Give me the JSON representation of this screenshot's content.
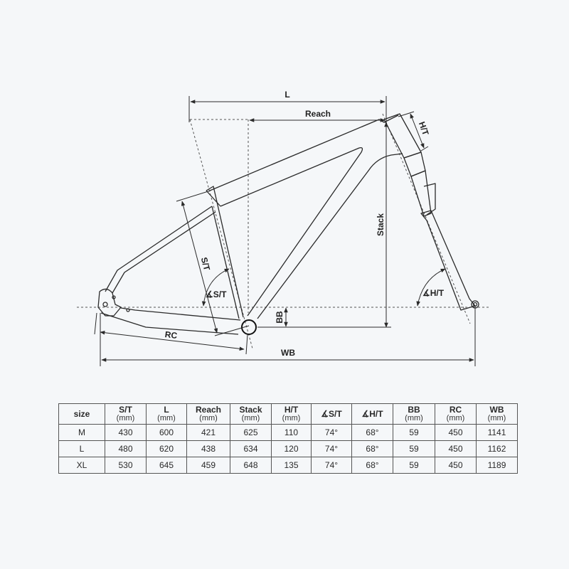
{
  "diagram": {
    "labels": {
      "L": "L",
      "reach": "Reach",
      "head_tube": "H/T",
      "stack": "Stack",
      "seat_tube": "S/T",
      "seat_tube_angle": "∡S/T",
      "head_tube_angle": "∡H/T",
      "bottom_bracket": "BB",
      "rear_center": "RC",
      "wheelbase": "WB"
    }
  },
  "table": {
    "headers": [
      {
        "label": "size",
        "unit": ""
      },
      {
        "label": "S/T",
        "unit": "(mm)"
      },
      {
        "label": "L",
        "unit": "(mm)"
      },
      {
        "label": "Reach",
        "unit": "(mm)"
      },
      {
        "label": "Stack",
        "unit": "(mm)"
      },
      {
        "label": "H/T",
        "unit": "(mm)"
      },
      {
        "label": "∡S/T",
        "unit": ""
      },
      {
        "label": "∡H/T",
        "unit": ""
      },
      {
        "label": "BB",
        "unit": "(mm)"
      },
      {
        "label": "RC",
        "unit": "(mm)"
      },
      {
        "label": "WB",
        "unit": "(mm)"
      }
    ],
    "rows": [
      [
        "M",
        "430",
        "600",
        "421",
        "625",
        "110",
        "74°",
        "68°",
        "59",
        "450",
        "1141"
      ],
      [
        "L",
        "480",
        "620",
        "438",
        "634",
        "120",
        "74°",
        "68°",
        "59",
        "450",
        "1162"
      ],
      [
        "XL",
        "530",
        "645",
        "459",
        "648",
        "135",
        "74°",
        "68°",
        "59",
        "450",
        "1189"
      ]
    ]
  }
}
